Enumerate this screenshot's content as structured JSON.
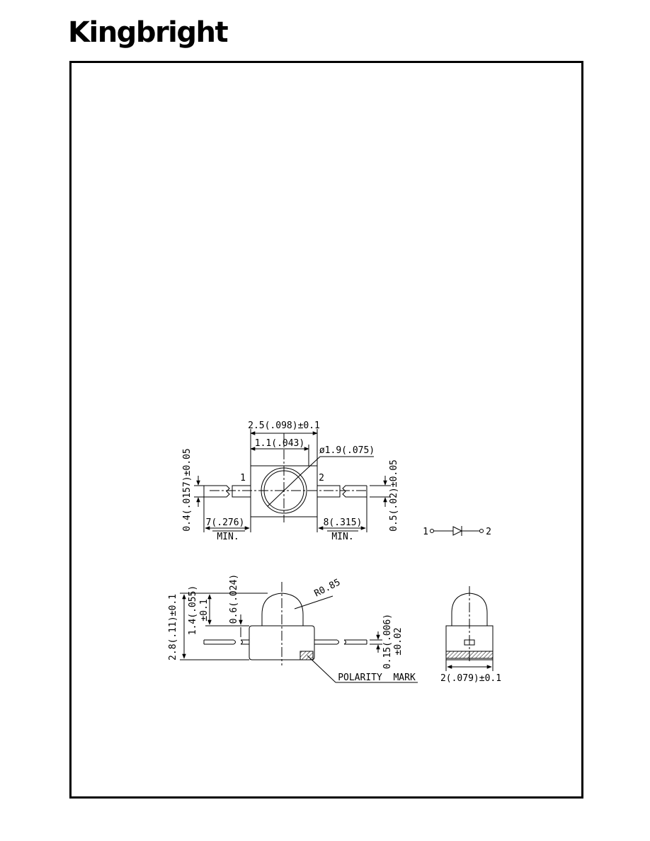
{
  "header": {
    "logo_text": "Kingbright"
  },
  "top_view": {
    "overall_width": "2.5(.098)±0.1",
    "inner_width": "1.1(.043)",
    "lens_diameter": "ø1.9(.075)",
    "pin_1": "1",
    "pin_2": "2",
    "left_lead_thickness": "0.4(.0157)±0.05",
    "right_lead_thickness": "0.5(.02)±0.05",
    "left_lead_length": "7(.276)",
    "left_lead_min": "MIN.",
    "right_lead_length": "8(.315)",
    "right_lead_min": "MIN."
  },
  "schematic": {
    "pin_1": "1",
    "pin_2": "2"
  },
  "side_view": {
    "overall_height": "2.8(.11)±0.1",
    "body_height": "1.4(.055)",
    "body_height_tol": "±0.1",
    "dome_height": "0.6(.024)",
    "dome_radius": "R0.85",
    "lead_thickness": "0.15(.006)",
    "lead_thickness_tol": "±0.02",
    "polarity_mark": "POLARITY  MARK"
  },
  "end_view": {
    "width": "2(.079)±0.1"
  }
}
